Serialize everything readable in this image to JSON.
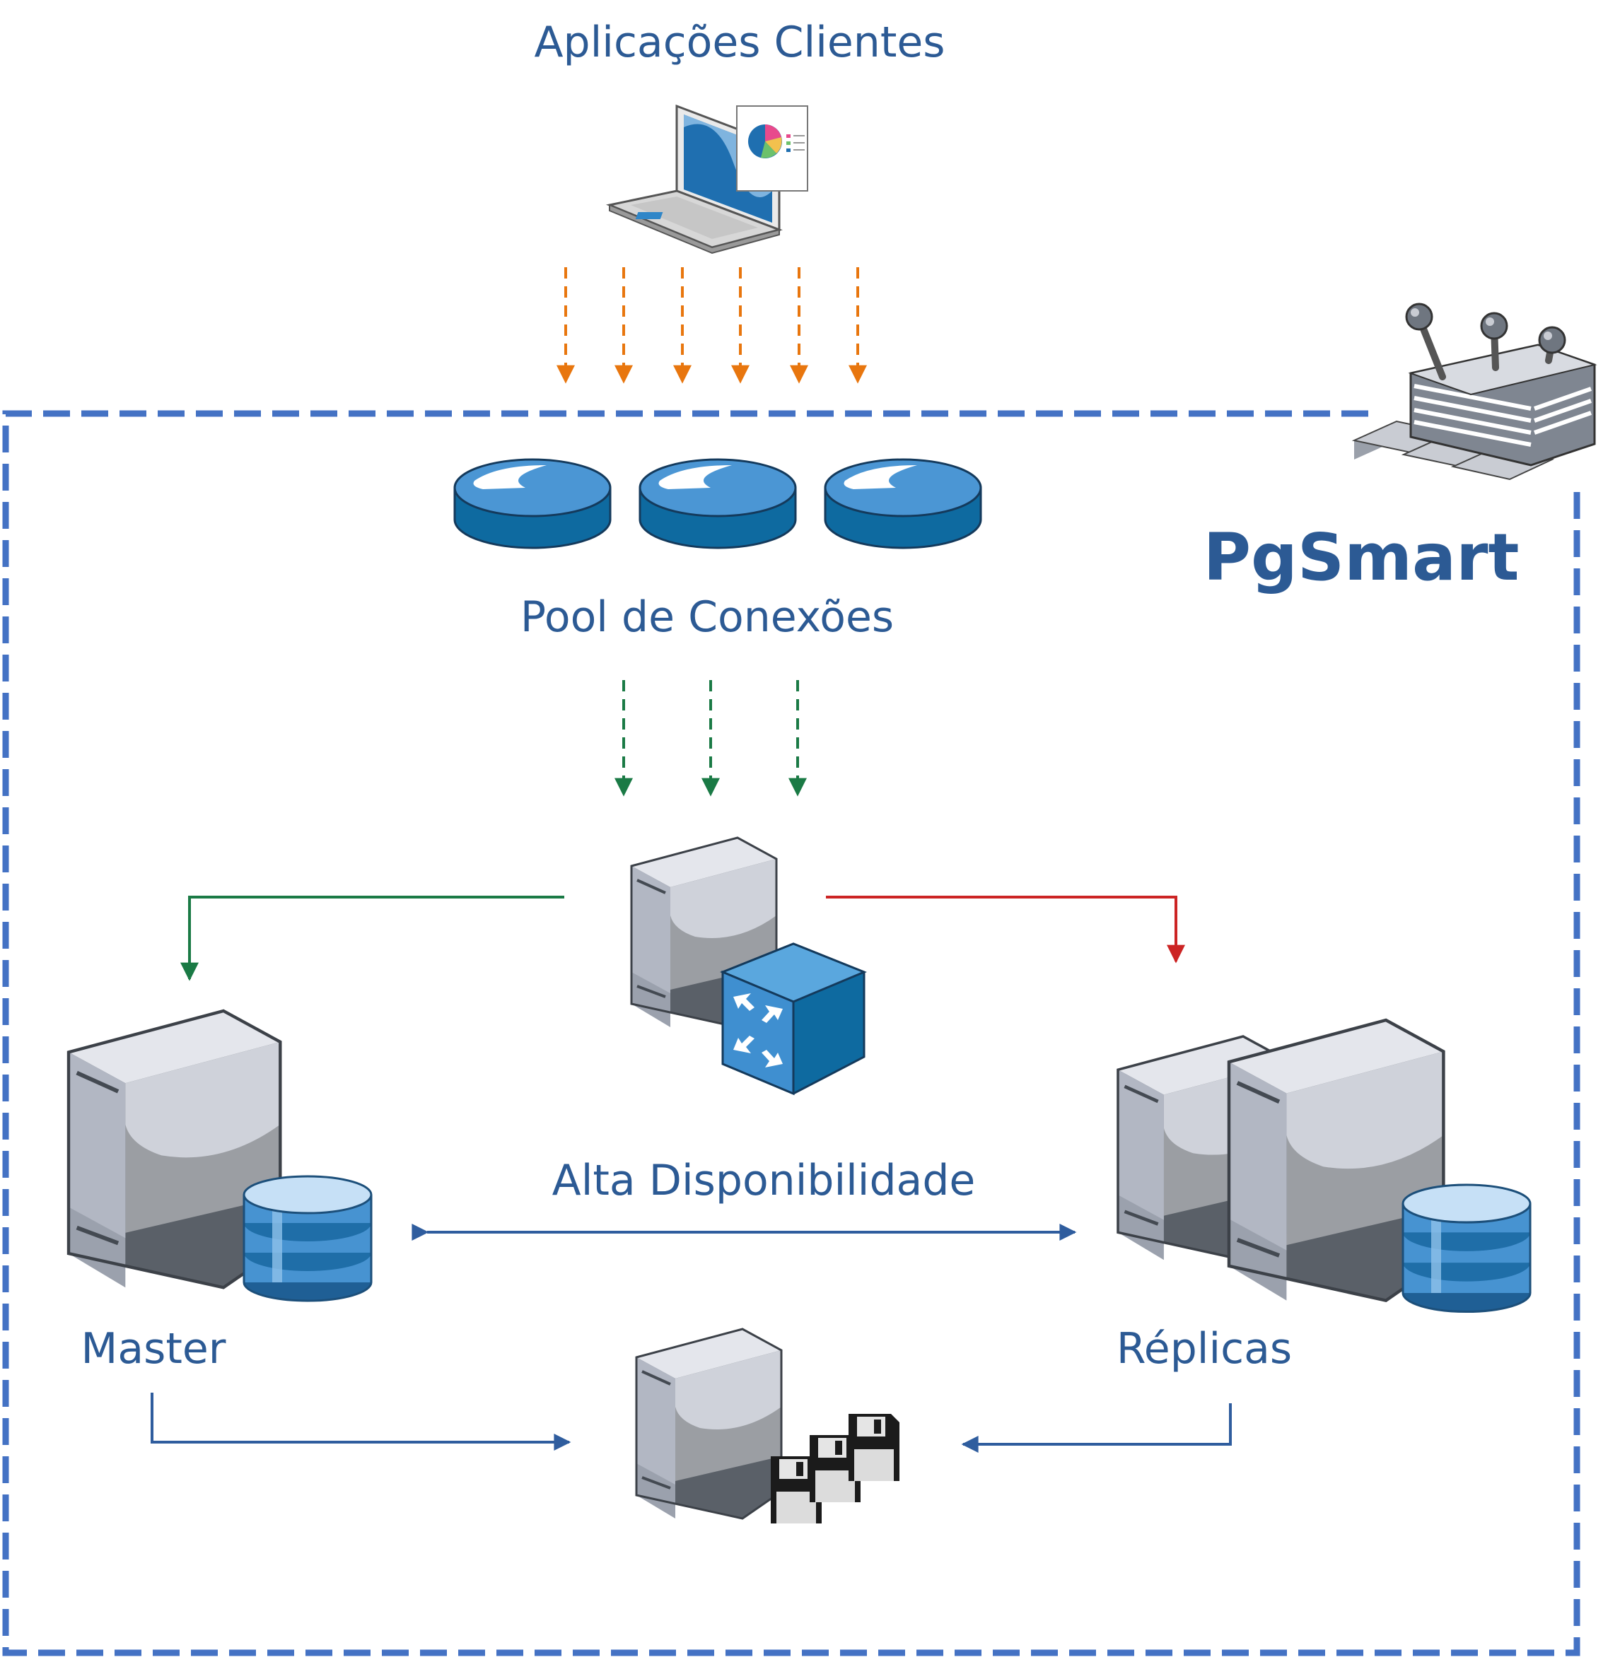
{
  "labels": {
    "clients": "Aplicações Clientes",
    "pool": "Pool de Conexões",
    "brand": "PgSmart",
    "ha": "Alta Disponibilidade",
    "master": "Master",
    "replicas": "Réplicas"
  },
  "colors": {
    "label_blue": "#2c5a94",
    "border_blue": "#4472c4",
    "orange_arrow": "#e8760e",
    "green_arrow": "#1a7a45",
    "red_arrow": "#cc2424",
    "ha_arrow": "#2f5d9e",
    "server_gray": "#c7cad3",
    "disk_blue": "#4793d1"
  },
  "icons": [
    "laptop-chart-icon",
    "connection-pool-disk-icon",
    "control-switch-icon",
    "load-balancer-server-icon",
    "master-database-server-icon",
    "replica-database-servers-icon",
    "backup-server-icon"
  ]
}
